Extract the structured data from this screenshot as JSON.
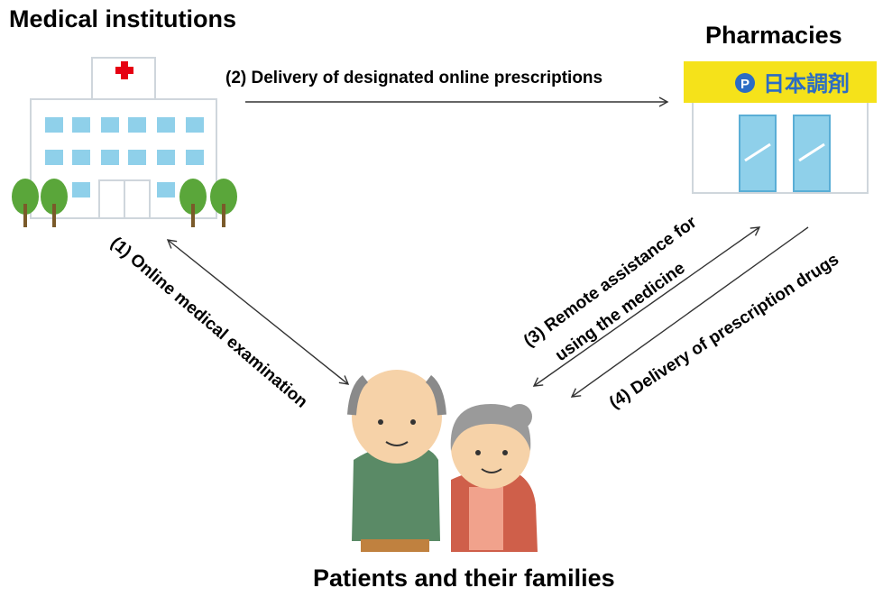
{
  "nodes": {
    "medical": "Medical institutions",
    "pharmacy": "Pharmacies",
    "patients": "Patients and their families"
  },
  "pharmacy_sign": "日本調剤",
  "flows": {
    "f1": "(1) Online medical examination",
    "f2": "(2) Delivery of designated online prescriptions",
    "f3_line1": "(3) Remote assistance for",
    "f3_line2": "using the medicine",
    "f4": "(4) Delivery of prescription drugs"
  },
  "colors": {
    "sign_yellow": "#f5e21a",
    "sign_blue": "#2b6cc4",
    "hospital_cross": "#e60012",
    "window_blue": "#8fd0ea",
    "tree_green": "#5aa63a"
  }
}
